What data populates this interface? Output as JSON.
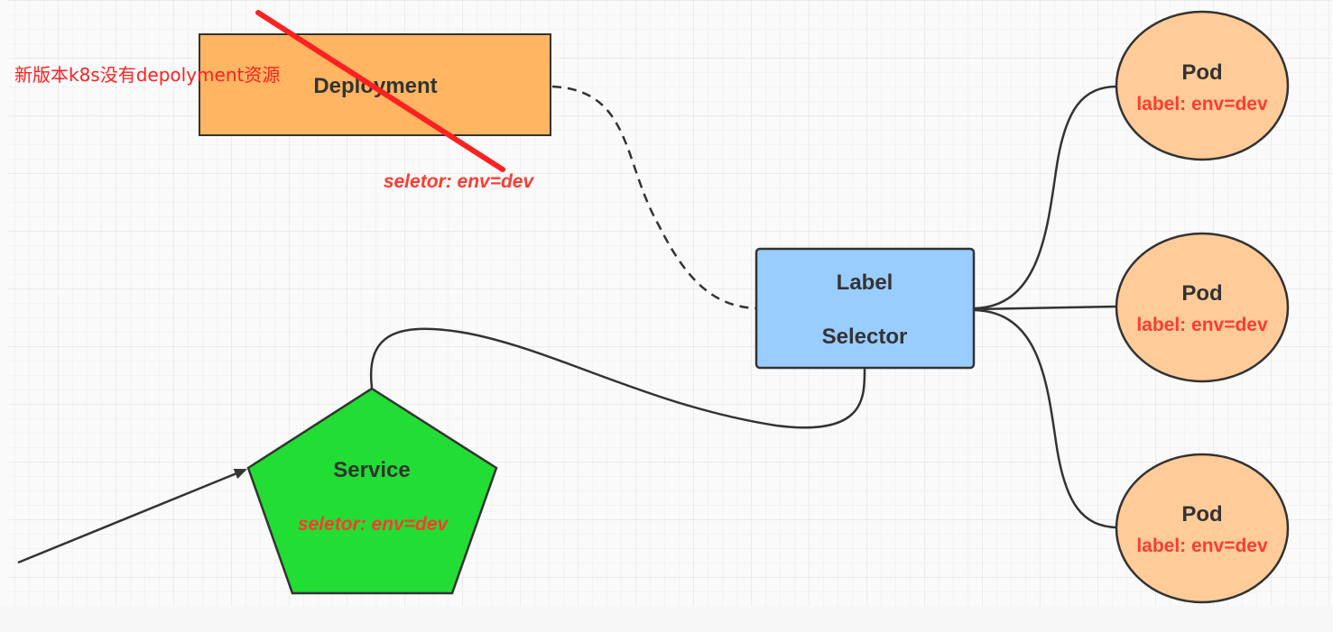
{
  "annotation": {
    "text": "新版本k8s没有depolyment资源"
  },
  "deployment": {
    "title": "Deployment",
    "selector": "seletor:  env=dev"
  },
  "label_selector": {
    "line1": "Label",
    "line2": "Selector"
  },
  "service": {
    "title": "Service",
    "selector": "seletor:  env=dev"
  },
  "pods": [
    {
      "title": "Pod",
      "label": "label: env=dev"
    },
    {
      "title": "Pod",
      "label": "label: env=dev"
    },
    {
      "title": "Pod",
      "label": "label: env=dev"
    }
  ],
  "colors": {
    "deployment_fill": "#ffb562",
    "selector_fill": "#99ccff",
    "service_fill": "#22dd33",
    "pod_fill": "#ffcc99",
    "label_text": "#ff3b30",
    "strike_line": "#ff2020"
  }
}
